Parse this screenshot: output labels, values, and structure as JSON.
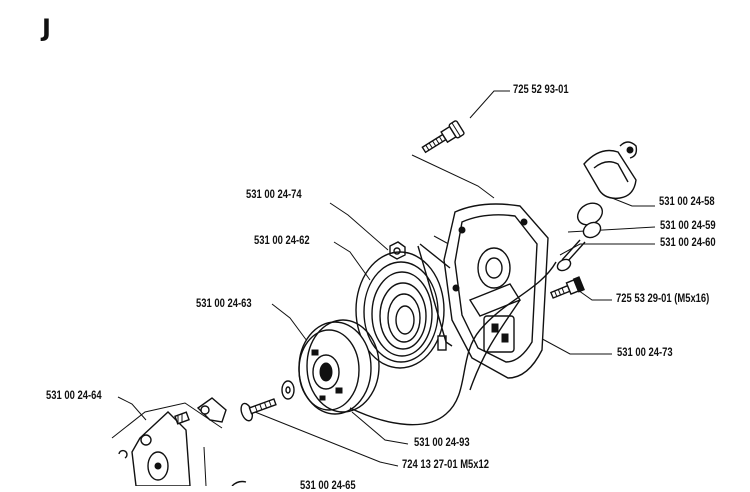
{
  "section_letter": "J",
  "labels": {
    "screw_top": "725 52 93-01",
    "nut": "531 00 24-74",
    "spring": "531 00 24-62",
    "pulley": "531 00 24-63",
    "pawl": "531 00 24-64",
    "handle": "531 00 24-58",
    "cord_part": "531 00 24-59",
    "bushing": "531 00 24-60",
    "screw_right": "725 53 29-01 (M5x16)",
    "housing": "531 00 24-73",
    "cord": "531 00 24-93",
    "screw_bottom": "724 13 27-01 M5x12",
    "partial_bottom": "531 00 24-65"
  }
}
